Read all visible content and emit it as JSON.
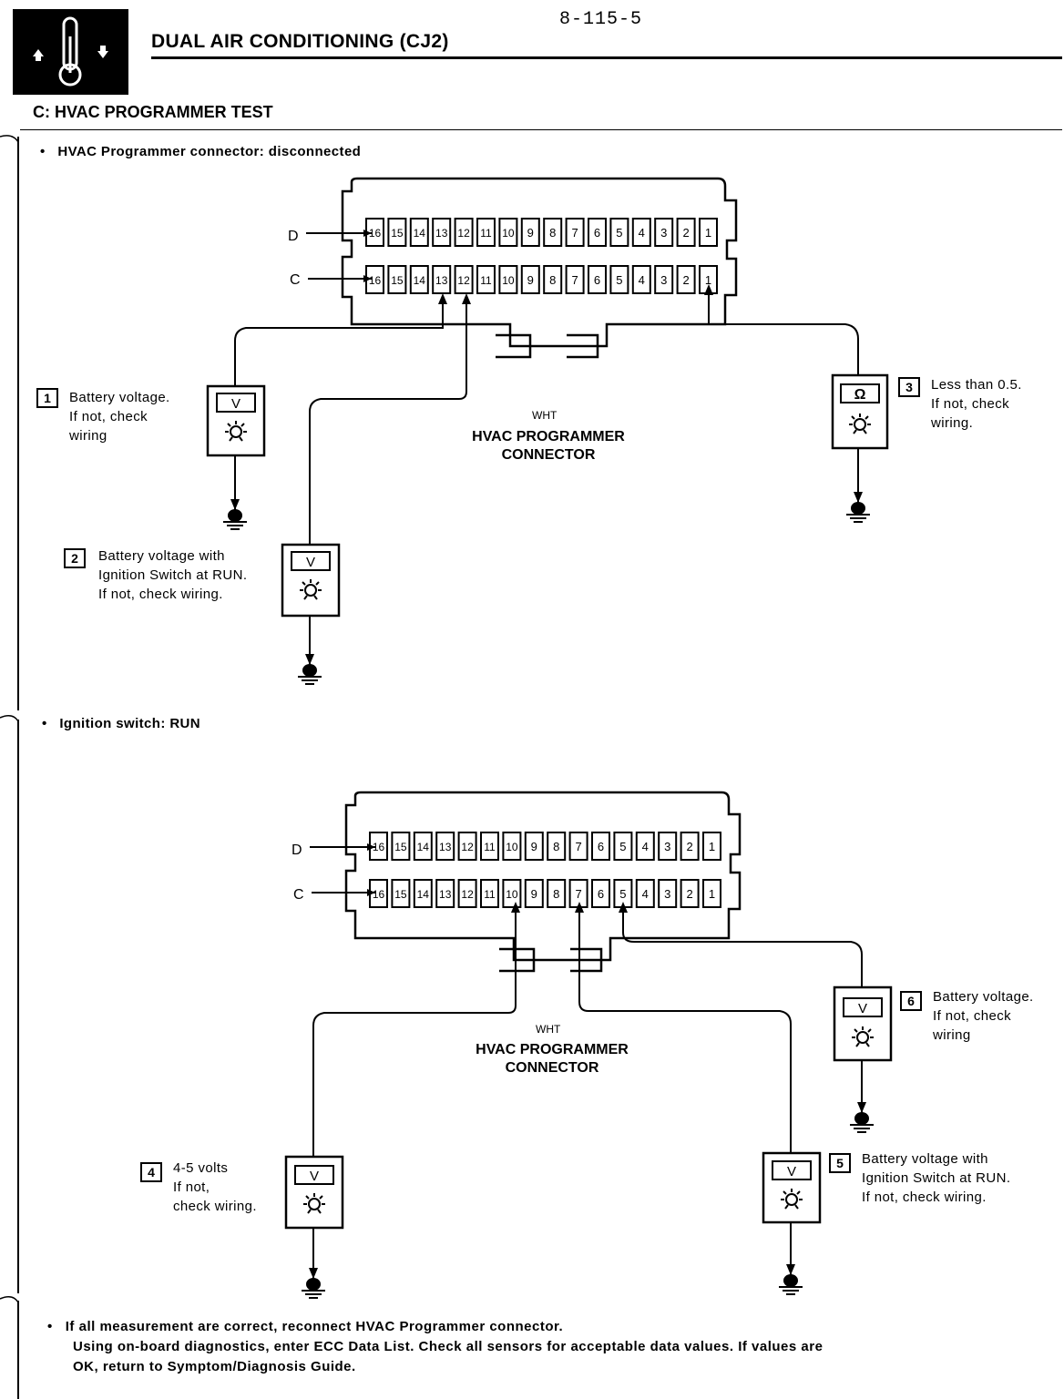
{
  "page_number": "8-115-5",
  "title": "DUAL AIR CONDITIONING (CJ2)",
  "section": "C: HVAC PROGRAMMER TEST",
  "condition_1": "HVAC Programmer connector: disconnected",
  "condition_2": "Ignition switch:  RUN",
  "connector": {
    "color_code": "WHT",
    "name_line1": "HVAC PROGRAMMER",
    "name_line2": "CONNECTOR",
    "row_d": "D",
    "row_c": "C",
    "pins": [
      "16",
      "15",
      "14",
      "13",
      "12",
      "11",
      "10",
      "9",
      "8",
      "7",
      "6",
      "5",
      "4",
      "3",
      "2",
      "1"
    ]
  },
  "meters": {
    "volt": "V",
    "ohm": "Ω"
  },
  "steps": [
    {
      "num": "1",
      "text": "Battery voltage.\nIf not, check\nwiring"
    },
    {
      "num": "2",
      "text": "Battery voltage with\nIgnition Switch at RUN.\nIf not, check wiring."
    },
    {
      "num": "3",
      "text": "Less than 0.5.\nIf not, check\nwiring."
    },
    {
      "num": "4",
      "text": "4-5 volts\nIf not,\ncheck wiring."
    },
    {
      "num": "5",
      "text": "Battery voltage with\nIgnition Switch at RUN.\nIf not, check wiring."
    },
    {
      "num": "6",
      "text": "Battery voltage.\nIf not, check\nwiring"
    }
  ],
  "final_note_line1": "If all measurement are correct, reconnect HVAC Programmer connector.",
  "final_note_line2": "Using on-board diagnostics, enter ECC Data List. Check all sensors for acceptable data values. If values are",
  "final_note_line3": "OK, return to Symptom/Diagnosis Guide."
}
